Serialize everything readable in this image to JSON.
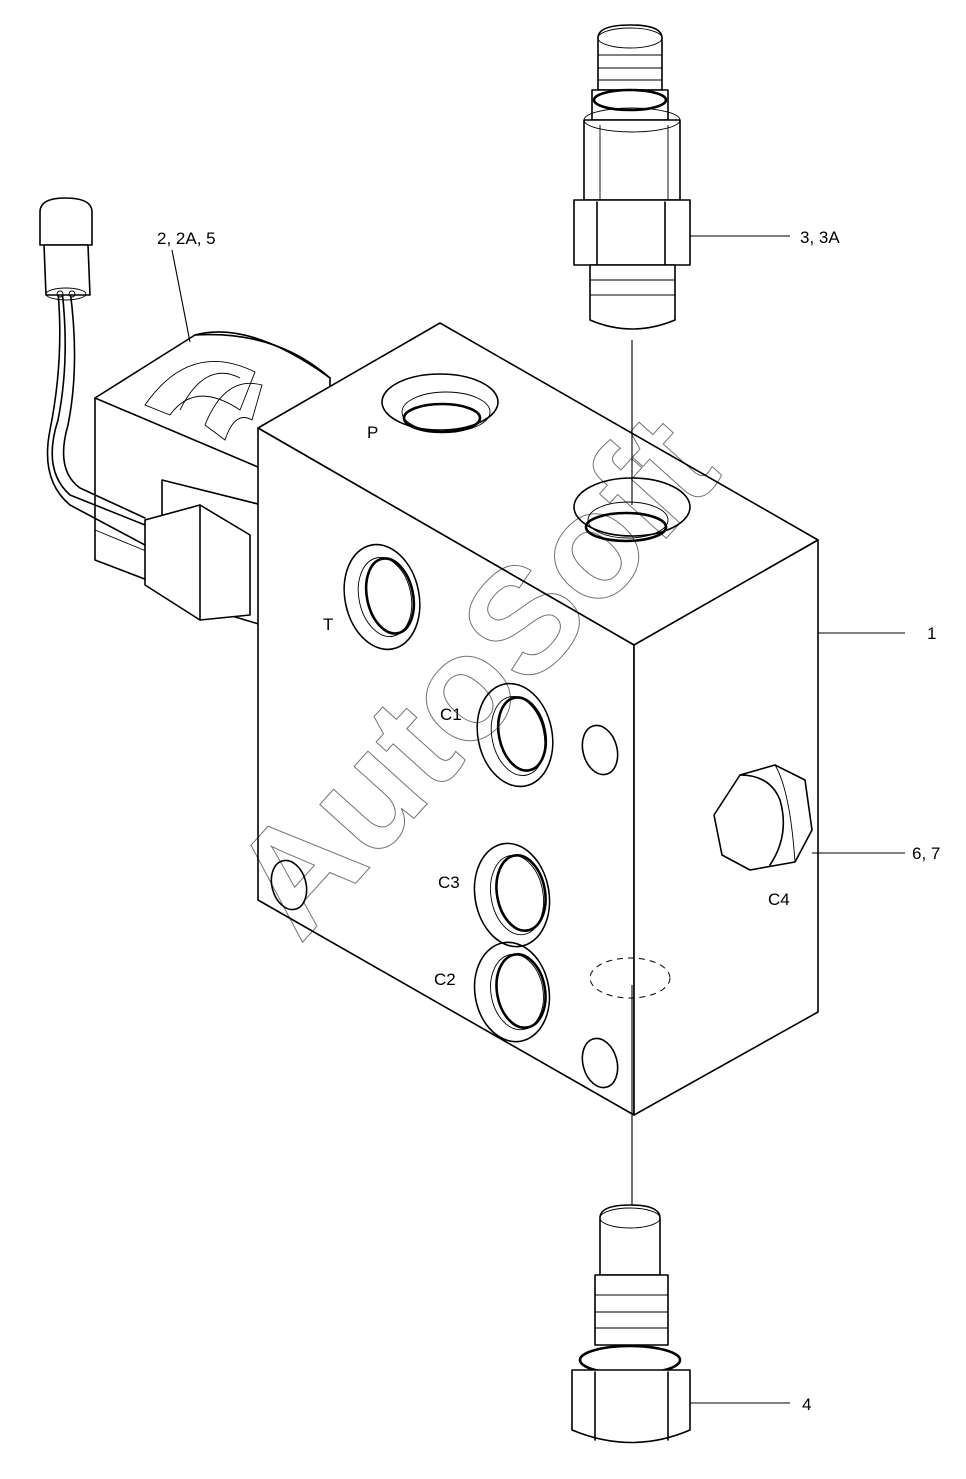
{
  "callouts": {
    "solenoid": "2, 2A, 5",
    "cartridge_top": "3, 3A",
    "body": "1",
    "plug": "6, 7",
    "cartridge_bottom": "4"
  },
  "ports": {
    "p": "P",
    "t": "T",
    "c1": "C1",
    "c2": "C2",
    "c3": "C3",
    "c4": "C4"
  },
  "watermark": "AutoSoft"
}
